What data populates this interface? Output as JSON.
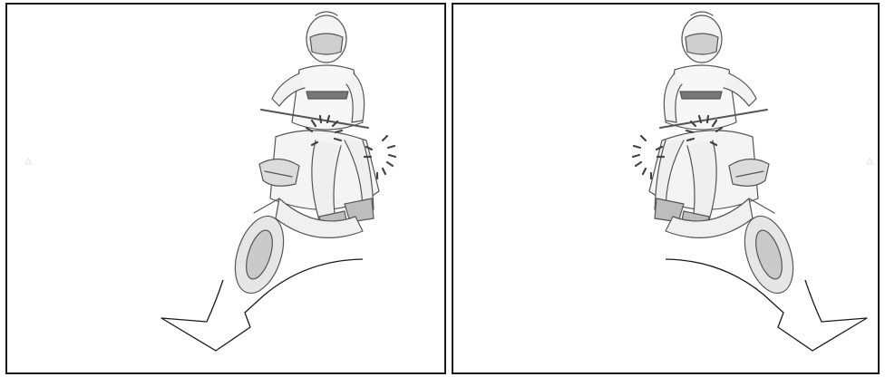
{
  "figure": {
    "panels": [
      {
        "id": "left",
        "turn_direction": "left",
        "subject": "rider-on-scooter",
        "highlighted_controls": [
          "left-hand-lever",
          "left-knee"
        ]
      },
      {
        "id": "right",
        "turn_direction": "right",
        "subject": "rider-on-scooter",
        "highlighted_controls": [
          "right-hand-lever",
          "right-knee"
        ]
      }
    ],
    "line_color": "#1a1a1a",
    "sketch_color": "#555555",
    "highlight_color": "#444444",
    "marker_glyph": "△"
  }
}
